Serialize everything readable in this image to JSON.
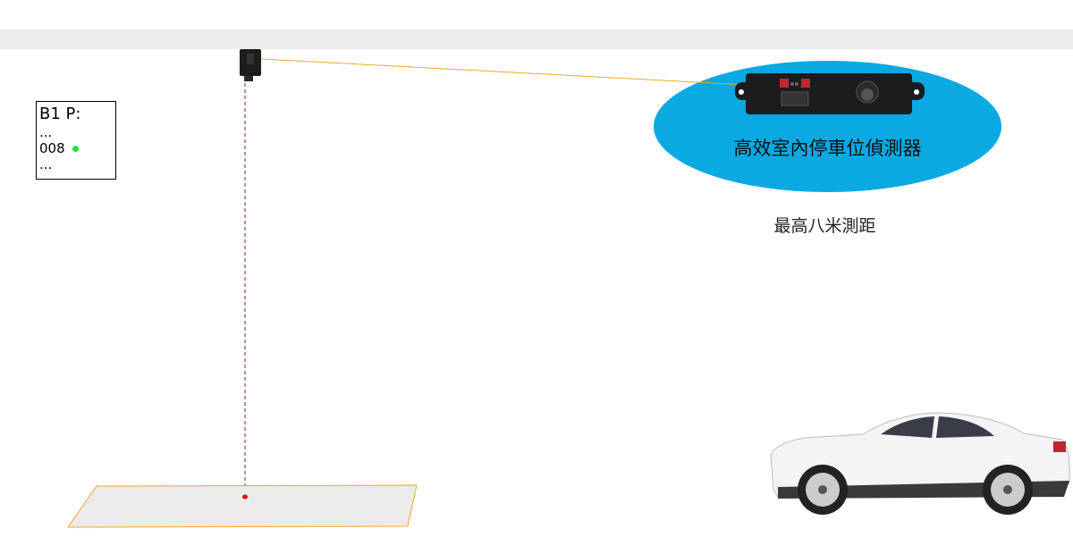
{
  "info_box": {
    "title": "B1 P:",
    "line1": "...",
    "spot_id": "008",
    "line3": "...",
    "status_color": "#1fe03a"
  },
  "product": {
    "title": "高效室內停車位偵測器",
    "subtitle": "最高八米測距"
  },
  "colors": {
    "ellipse": "#0aa9e2",
    "beam": "#f5a623",
    "laser": "#cc0000",
    "ceiling": "#ebebeb"
  }
}
